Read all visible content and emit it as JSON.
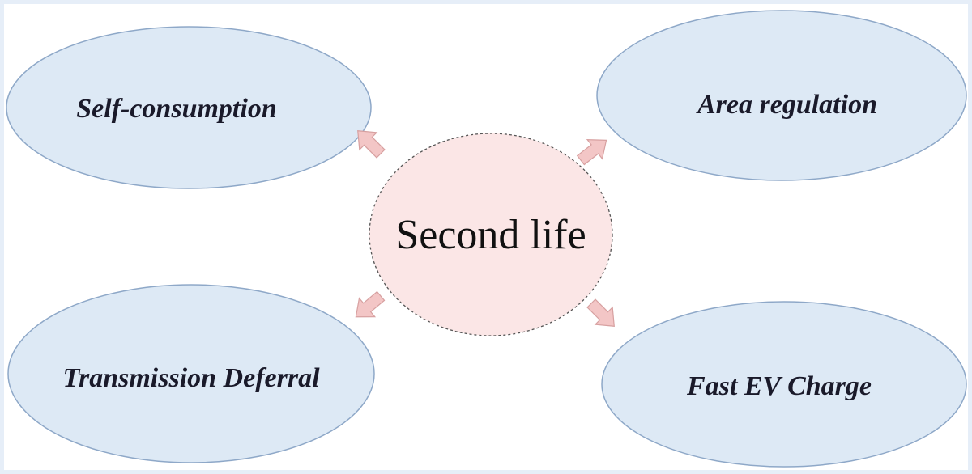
{
  "diagram": {
    "center": {
      "label": "Second life",
      "fill": "#fbe6e6",
      "stroke": "#555555"
    },
    "nodes": [
      {
        "id": "self-consumption",
        "label": "Self-consumption"
      },
      {
        "id": "area-regulation",
        "label": "Area regulation"
      },
      {
        "id": "transmission-deferral",
        "label": "Transmission Deferral"
      },
      {
        "id": "fast-ev-charge",
        "label": "Fast EV Charge"
      }
    ],
    "colors": {
      "node_fill": "#dde9f5",
      "node_stroke": "#8ea8c8",
      "arrow_fill": "#f3c6c6",
      "arrow_stroke": "#d7a0a0"
    }
  }
}
